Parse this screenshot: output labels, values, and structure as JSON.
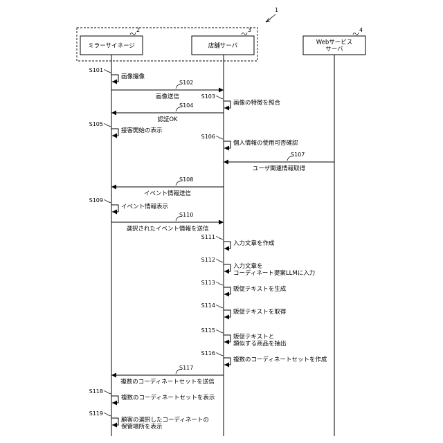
{
  "figure": {
    "system_ref": "1"
  },
  "entities": [
    {
      "id": "signage",
      "ref": "2",
      "lines": [
        "ミラーサイネージ"
      ]
    },
    {
      "id": "store",
      "ref": "3",
      "lines": [
        "店舗サーバ"
      ]
    },
    {
      "id": "web",
      "ref": "4",
      "lines": [
        "Webサービス",
        "サーバ"
      ]
    }
  ],
  "steps": [
    {
      "id": "S101",
      "kind": "self",
      "actor": "signage",
      "lines": [
        "画像撮像"
      ]
    },
    {
      "id": "S102",
      "kind": "msg",
      "from": "signage",
      "to": "store",
      "lines": [
        "画像送信"
      ]
    },
    {
      "id": "S103",
      "kind": "self",
      "actor": "store",
      "lines": [
        "画像の特徴を照合"
      ]
    },
    {
      "id": "S104",
      "kind": "msg",
      "from": "store",
      "to": "signage",
      "lines": [
        "認証OK"
      ]
    },
    {
      "id": "S105",
      "kind": "self",
      "actor": "signage",
      "lines": [
        "接客開始の表示"
      ]
    },
    {
      "id": "S106",
      "kind": "self",
      "actor": "store",
      "lines": [
        "個人情報の使用可否確認"
      ]
    },
    {
      "id": "S107",
      "kind": "msg",
      "from": "web",
      "to": "store",
      "lines": [
        "ユーザ関連情報取得"
      ]
    },
    {
      "id": "S108",
      "kind": "msg",
      "from": "store",
      "to": "signage",
      "lines": [
        "イベント情報送信"
      ]
    },
    {
      "id": "S109",
      "kind": "self",
      "actor": "signage",
      "lines": [
        "イベント情報表示"
      ]
    },
    {
      "id": "S110",
      "kind": "msg",
      "from": "signage",
      "to": "store",
      "lines": [
        "選択されたイベント情報を送信"
      ]
    },
    {
      "id": "S111",
      "kind": "self",
      "actor": "store",
      "lines": [
        "入力文章を作成"
      ]
    },
    {
      "id": "S112",
      "kind": "self",
      "actor": "store",
      "lines": [
        "入力文章を",
        "コーディネート提案LLMに入力"
      ]
    },
    {
      "id": "S113",
      "kind": "self",
      "actor": "store",
      "lines": [
        "販促テキストを生成"
      ]
    },
    {
      "id": "S114",
      "kind": "self",
      "actor": "store",
      "lines": [
        "販促テキストを取得"
      ]
    },
    {
      "id": "S115",
      "kind": "self",
      "actor": "store",
      "lines": [
        "販促テキストと",
        "類似する商品を抽出"
      ]
    },
    {
      "id": "S116",
      "kind": "self",
      "actor": "store",
      "lines": [
        "複数のコーディネートセットを作成"
      ]
    },
    {
      "id": "S117",
      "kind": "msg",
      "from": "store",
      "to": "signage",
      "lines": [
        "複数のコーディネートセットを送信"
      ]
    },
    {
      "id": "S118",
      "kind": "self",
      "actor": "signage",
      "lines": [
        "複数のコーディネートセットを表示"
      ]
    },
    {
      "id": "S119",
      "kind": "self",
      "actor": "signage",
      "lines": [
        "顧客の選択したコーディネートの",
        "保管場所を表示"
      ]
    }
  ]
}
